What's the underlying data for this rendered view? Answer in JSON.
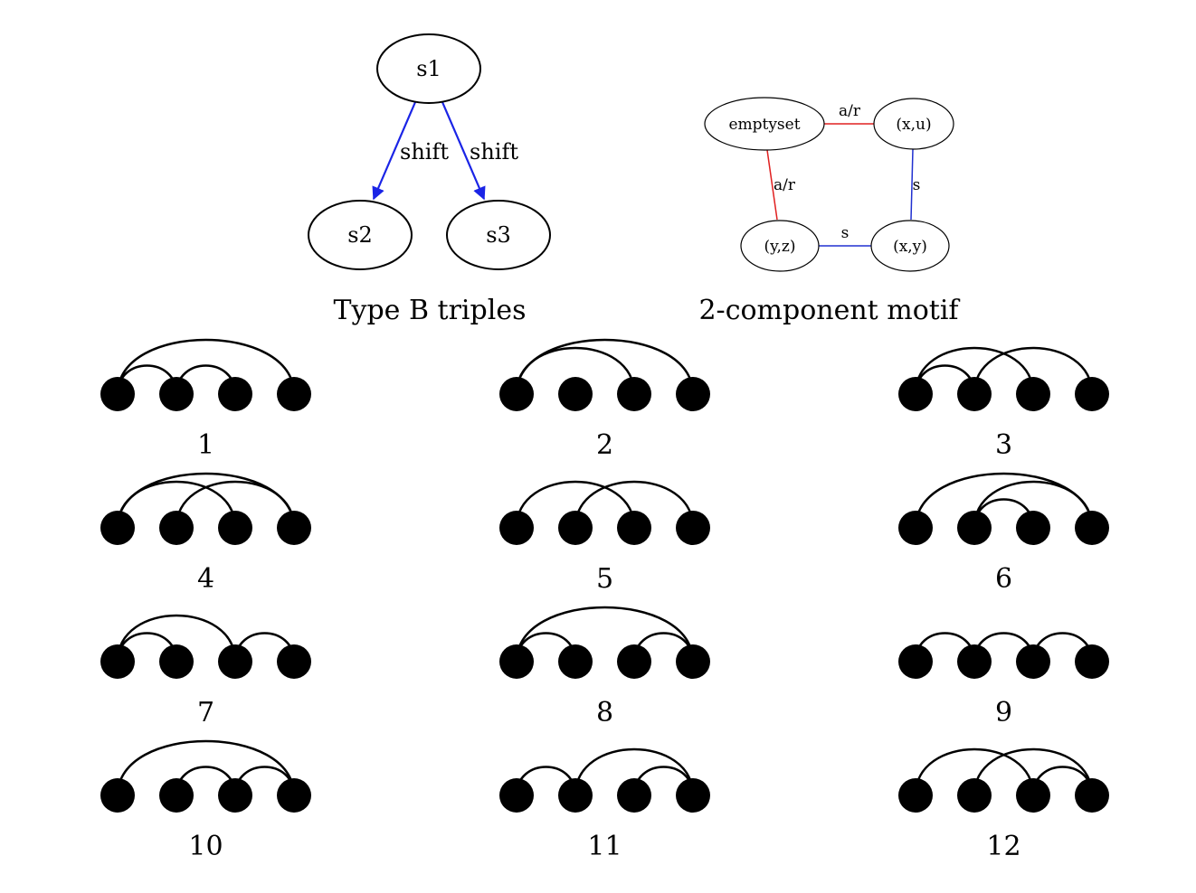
{
  "type_b": {
    "caption": "Type B triples",
    "nodes": [
      {
        "id": "s1",
        "label": "s1"
      },
      {
        "id": "s2",
        "label": "s2"
      },
      {
        "id": "s3",
        "label": "s3"
      }
    ],
    "edges": [
      {
        "from": "s1",
        "to": "s2",
        "label": "shift",
        "color": "#1a24e6"
      },
      {
        "from": "s1",
        "to": "s3",
        "label": "shift",
        "color": "#1a24e6"
      }
    ]
  },
  "motif": {
    "caption": "2-component motif",
    "nodes": [
      {
        "id": "emptyset",
        "label": "emptyset"
      },
      {
        "id": "xu",
        "label": "(x,u)"
      },
      {
        "id": "yz",
        "label": "(y,z)"
      },
      {
        "id": "xy",
        "label": "(x,y)"
      }
    ],
    "edges": [
      {
        "from": "emptyset",
        "to": "xu",
        "label": "a/r",
        "color": "#e02020"
      },
      {
        "from": "emptyset",
        "to": "yz",
        "label": "a/r",
        "color": "#e02020"
      },
      {
        "from": "xu",
        "to": "xy",
        "label": "s",
        "color": "#2030d0"
      },
      {
        "from": "yz",
        "to": "xy",
        "label": "s",
        "color": "#2030d0"
      }
    ]
  },
  "arc_diagrams": [
    {
      "label": "1",
      "arcs": [
        [
          1,
          4
        ],
        [
          1,
          2
        ],
        [
          2,
          3
        ]
      ]
    },
    {
      "label": "2",
      "arcs": [
        [
          1,
          4
        ],
        [
          1,
          3
        ]
      ]
    },
    {
      "label": "3",
      "arcs": [
        [
          1,
          2
        ],
        [
          1,
          3
        ],
        [
          2,
          4
        ]
      ]
    },
    {
      "label": "4",
      "arcs": [
        [
          1,
          3
        ],
        [
          1,
          4
        ],
        [
          2,
          4
        ]
      ]
    },
    {
      "label": "5",
      "arcs": [
        [
          1,
          3
        ],
        [
          2,
          4
        ]
      ]
    },
    {
      "label": "6",
      "arcs": [
        [
          1,
          4
        ],
        [
          2,
          4
        ],
        [
          2,
          3
        ]
      ]
    },
    {
      "label": "7",
      "arcs": [
        [
          1,
          2
        ],
        [
          1,
          3
        ],
        [
          3,
          4
        ]
      ]
    },
    {
      "label": "8",
      "arcs": [
        [
          1,
          2
        ],
        [
          1,
          4
        ],
        [
          3,
          4
        ]
      ]
    },
    {
      "label": "9",
      "arcs": [
        [
          1,
          2
        ],
        [
          2,
          3
        ],
        [
          3,
          4
        ]
      ]
    },
    {
      "label": "10",
      "arcs": [
        [
          1,
          4
        ],
        [
          2,
          3
        ],
        [
          3,
          4
        ]
      ]
    },
    {
      "label": "11",
      "arcs": [
        [
          1,
          2
        ],
        [
          2,
          4
        ],
        [
          3,
          4
        ]
      ]
    },
    {
      "label": "12",
      "arcs": [
        [
          1,
          3
        ],
        [
          2,
          4
        ],
        [
          3,
          4
        ]
      ]
    }
  ]
}
